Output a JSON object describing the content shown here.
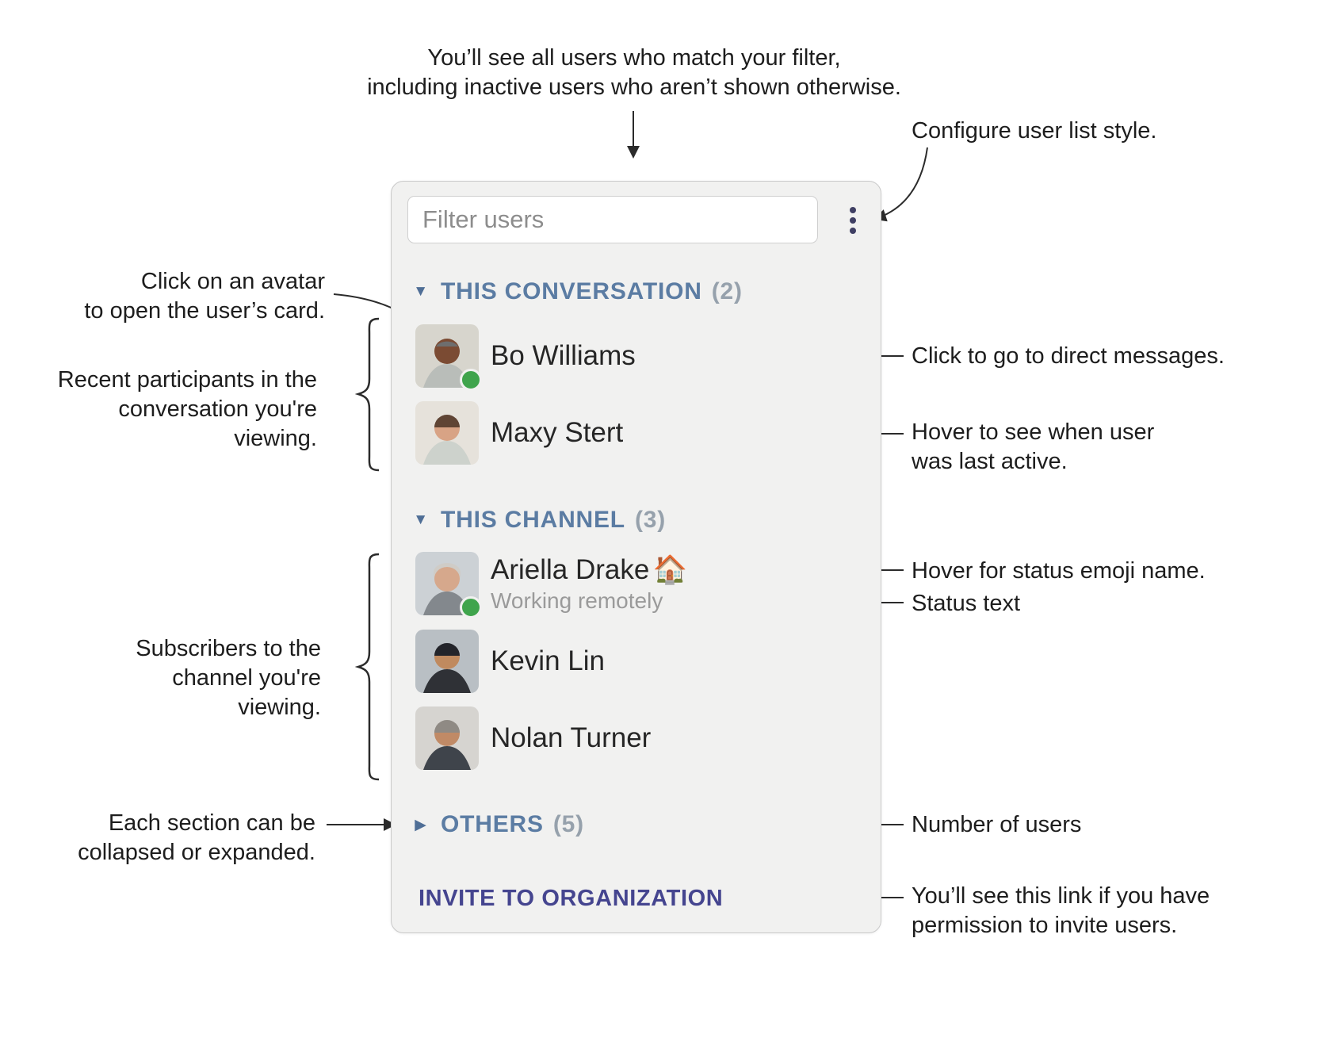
{
  "panel": {
    "filter_placeholder": "Filter users",
    "menu_icon": "kebab-menu-icon",
    "colors": {
      "presence_active": "#3fa44c",
      "section_header": "#5b7ca3",
      "invite_link": "#45458f"
    },
    "sections": [
      {
        "chevron": "▼",
        "label": "THIS CONVERSATION",
        "count": "(2)",
        "users": [
          {
            "name": "Bo Williams",
            "presence": "active"
          },
          {
            "name": "Maxy Stert",
            "presence": "none"
          }
        ]
      },
      {
        "chevron": "▼",
        "label": "THIS CHANNEL",
        "count": "(3)",
        "users": [
          {
            "name": "Ariella Drake",
            "status_emoji": "🏠",
            "status_text": "Working remotely",
            "presence": "active"
          },
          {
            "name": "Kevin Lin",
            "presence": "none"
          },
          {
            "name": "Nolan Turner",
            "presence": "none"
          }
        ]
      },
      {
        "chevron": "▶",
        "label": "OTHERS",
        "count": "(5)",
        "users": []
      }
    ],
    "invite_link": "INVITE TO ORGANIZATION"
  },
  "annotations": {
    "filter_note": {
      "line1": "You’ll see all users who match your filter,",
      "line2": "including inactive users who aren’t shown otherwise."
    },
    "configure": "Configure user list style.",
    "avatar_click": {
      "line1": "Click on an avatar",
      "line2": "to open the user’s card."
    },
    "recent_participants": {
      "line1": "Recent participants in the",
      "line2": "conversation you're viewing."
    },
    "subscribers": {
      "line1": "Subscribers to the",
      "line2": "channel you're viewing."
    },
    "collapse": {
      "line1": "Each section can be",
      "line2": "collapsed or expanded."
    },
    "direct_messages": "Click to go to direct messages.",
    "last_active": {
      "line1": "Hover to see when user",
      "line2": "was last active."
    },
    "status_emoji": "Hover for status emoji name.",
    "status_text": "Status text",
    "user_count": "Number of users",
    "invite_permission": {
      "line1": "You’ll see this link if you have",
      "line2": "permission to invite users."
    }
  }
}
